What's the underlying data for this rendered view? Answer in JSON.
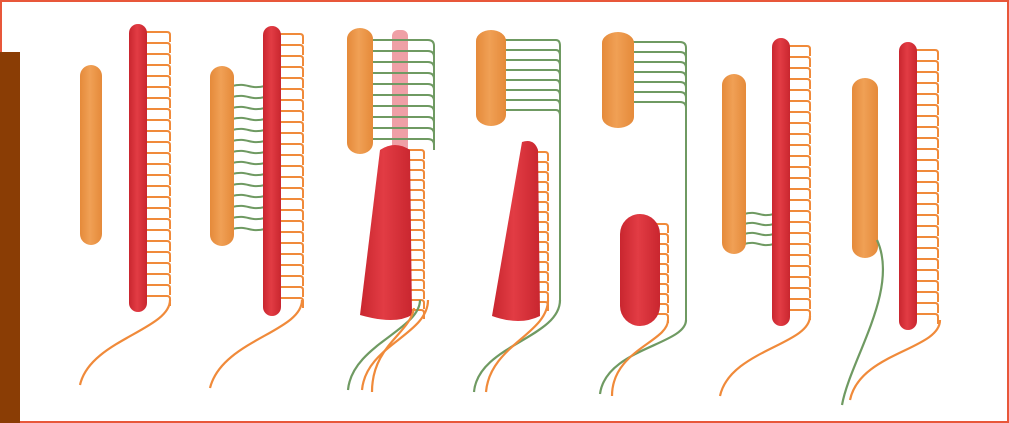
{
  "figure": {
    "panels": [
      {
        "id": "p1",
        "protein": "bar",
        "chain": "tall"
      },
      {
        "id": "p2",
        "protein": "bar",
        "chain": "tall"
      },
      {
        "id": "p3",
        "protein": "capped",
        "chain": "tapered"
      },
      {
        "id": "p4",
        "protein": "capped",
        "chain": "tapered"
      },
      {
        "id": "p5",
        "protein": "capped",
        "chain": "short"
      },
      {
        "id": "p6",
        "protein": "bar",
        "chain": "tall"
      },
      {
        "id": "p7",
        "protein": "bar",
        "chain": "tall"
      }
    ]
  },
  "colors": {
    "frame": "#e8573a",
    "side_bar": "#8a3d05",
    "protein": "#f0a055",
    "protein_edge": "#e58a3a",
    "chain": "#e23c44",
    "chain_edge": "#c9262f",
    "fiber": "#f08a3a",
    "link": "#6f9a62",
    "ghost": "#efa0a6",
    "faint_text": "#eeeeee"
  }
}
